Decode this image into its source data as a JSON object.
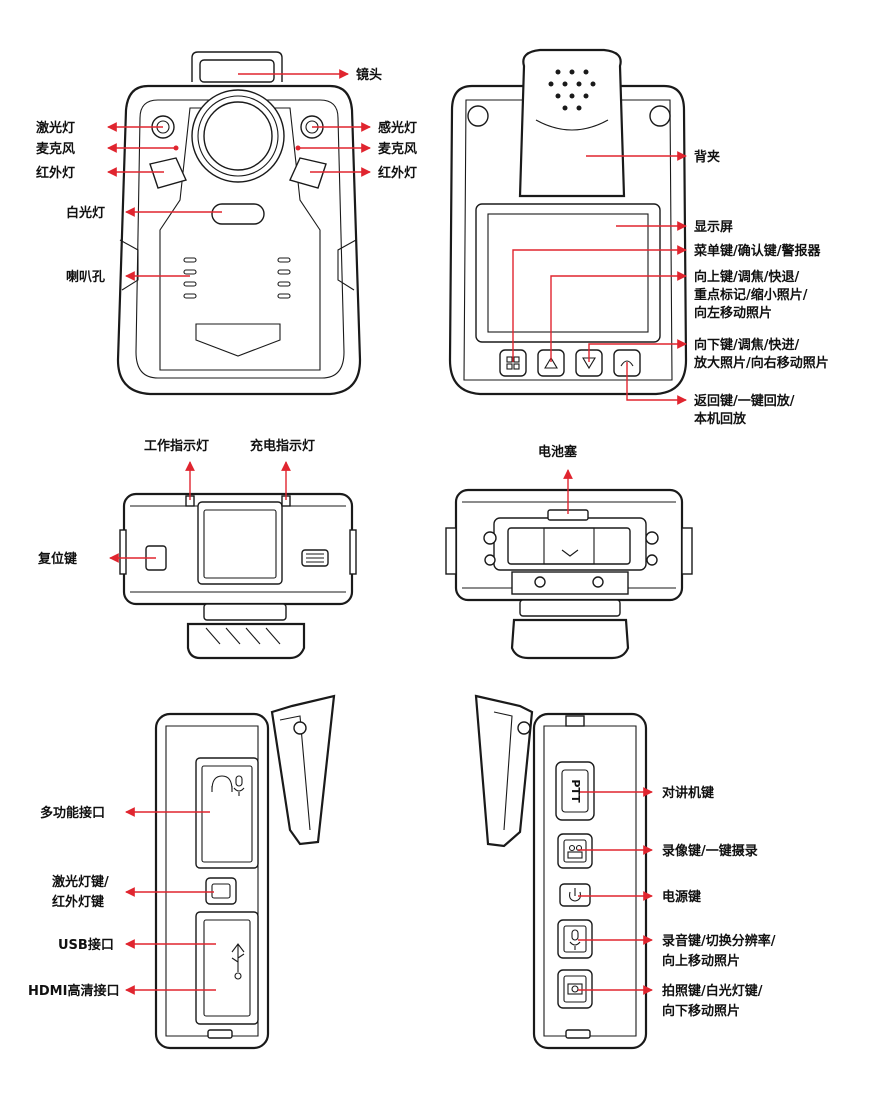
{
  "colors": {
    "callout": "#e0252f",
    "outline": "#1a1a1a",
    "background": "#ffffff"
  },
  "front": {
    "lens": "镜头",
    "laser_light": "激光灯",
    "microphone_left": "麦克风",
    "infrared_left": "红外灯",
    "light_sensor": "感光灯",
    "microphone_right": "麦克风",
    "infrared_right": "红外灯",
    "white_light": "白光灯",
    "speaker_holes": "喇叭孔"
  },
  "back": {
    "back_clip": "背夹",
    "display": "显示屏",
    "menu_key": "菜单键/确认键/警报器",
    "up_key_line1": "向上键/调焦/快退/",
    "up_key_line2": "重点标记/缩小照片/",
    "up_key_line3": "向左移动照片",
    "down_key_line1": "向下键/调焦/快进/",
    "down_key_line2": "放大照片/向右移动照片",
    "return_key_line1": "返回键/一键回放/",
    "return_key_line2": "本机回放",
    "button_ptt": "PTT"
  },
  "top": {
    "work_indicator": "工作指示灯",
    "charge_indicator": "充电指示灯",
    "reset_key": "复位键"
  },
  "bottom": {
    "battery_plug": "电池塞"
  },
  "left_side": {
    "multi_port": "多功能接口",
    "laser_key_line1": "激光灯键/",
    "laser_key_line2": "红外灯键",
    "usb_port": "USB接口",
    "hdmi_port": "HDMI高清接口"
  },
  "right_side": {
    "talk_key": "对讲机键",
    "record_key": "录像键/一键摄录",
    "power_key": "电源键",
    "audio_key_line1": "录音键/切换分辨率/",
    "audio_key_line2": "向上移动照片",
    "photo_key_line1": "拍照键/白光灯键/",
    "photo_key_line2": "向下移动照片"
  }
}
